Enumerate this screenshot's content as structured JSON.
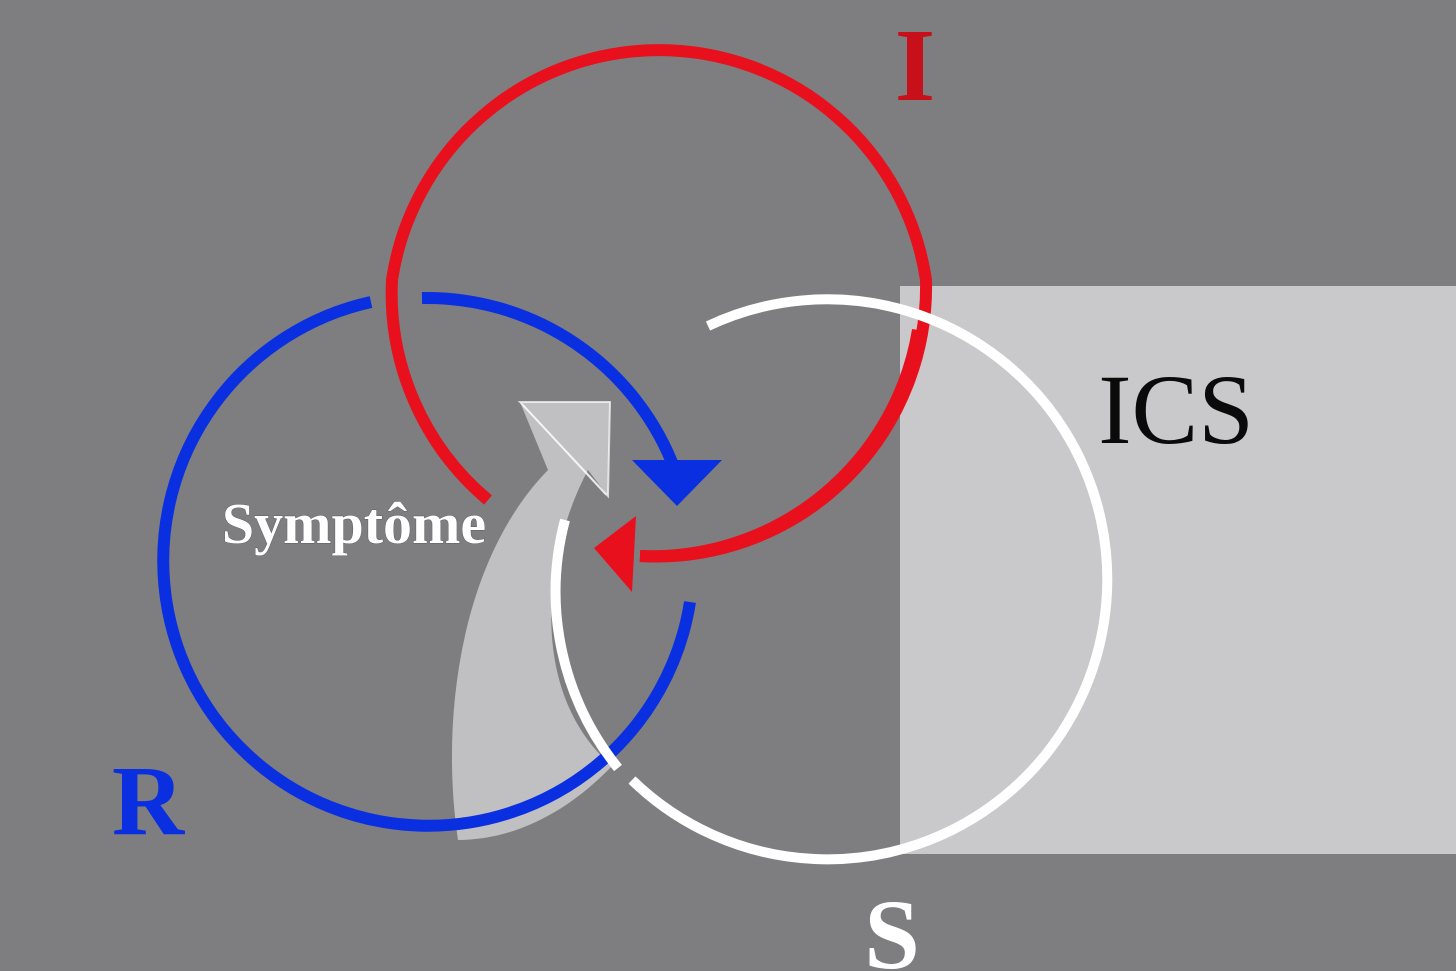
{
  "labels": {
    "imaginary": "I",
    "real": "R",
    "symbolic": "S",
    "unconscious": "ICS",
    "symptom": "Symptôme"
  },
  "colors": {
    "background": "#7e7e81",
    "panel": "#c9c8ca",
    "imaginary_ring": "#e8101c",
    "real_ring": "#0a2fe0",
    "symbolic_ring": "#ffffff",
    "symptom_arrow": "#c4c3c5",
    "ics_text": "#0a0a0a"
  },
  "icons": [
    "imaginary-ring",
    "real-ring",
    "symbolic-ring",
    "blue-arrowhead-icon",
    "red-arrowhead-icon",
    "symptom-arrow-icon"
  ]
}
